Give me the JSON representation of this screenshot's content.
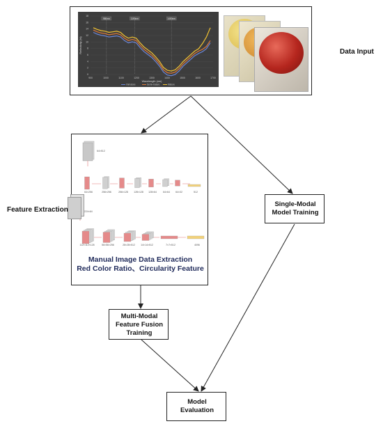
{
  "labels": {
    "data_input": "Data Input",
    "feature_extraction": "Feature Extraction",
    "single_modal": "Single-Modal\nModel Training",
    "multi_modal": "Multi-Modal\nFeature Fusion\nTraining",
    "model_evaluation": "Model\nEvaluation",
    "manual_extraction_line1": "Manual Image Data Extraction",
    "manual_extraction_line2": "Red Color Ratio、Circularity Feature"
  },
  "spectral_chart": {
    "y_axis_label": "Reflectivity (%)",
    "x_axis_label": "Wavelength (nm)",
    "y_ticks": [
      "18",
      "16",
      "14",
      "12",
      "10",
      "8",
      "6",
      "4",
      "2",
      "0"
    ],
    "x_ticks": [
      "900",
      "1000",
      "1100",
      "1200",
      "1300",
      "1400",
      "1500",
      "1600",
      "1700"
    ],
    "band_marks": [
      "980nm",
      "1190nm",
      "1450nm"
    ],
    "legend": [
      "Immature",
      "Semi-mature",
      "Mature"
    ],
    "colors": [
      "#6a86d8",
      "#e07b39",
      "#f1c232"
    ]
  },
  "cnn_top": {
    "input_label": "64×512",
    "layer_labels": [
      "64×256",
      "256×256",
      "256×128",
      "128×128",
      "128×64",
      "64×64",
      "64×32",
      "512"
    ]
  },
  "cnn_bottom": {
    "input_label": "224×224×64",
    "layer_labels": [
      "112×112×128",
      "56×56×256",
      "28×28×512",
      "14×14×512",
      "7×7×512",
      "4096"
    ]
  }
}
